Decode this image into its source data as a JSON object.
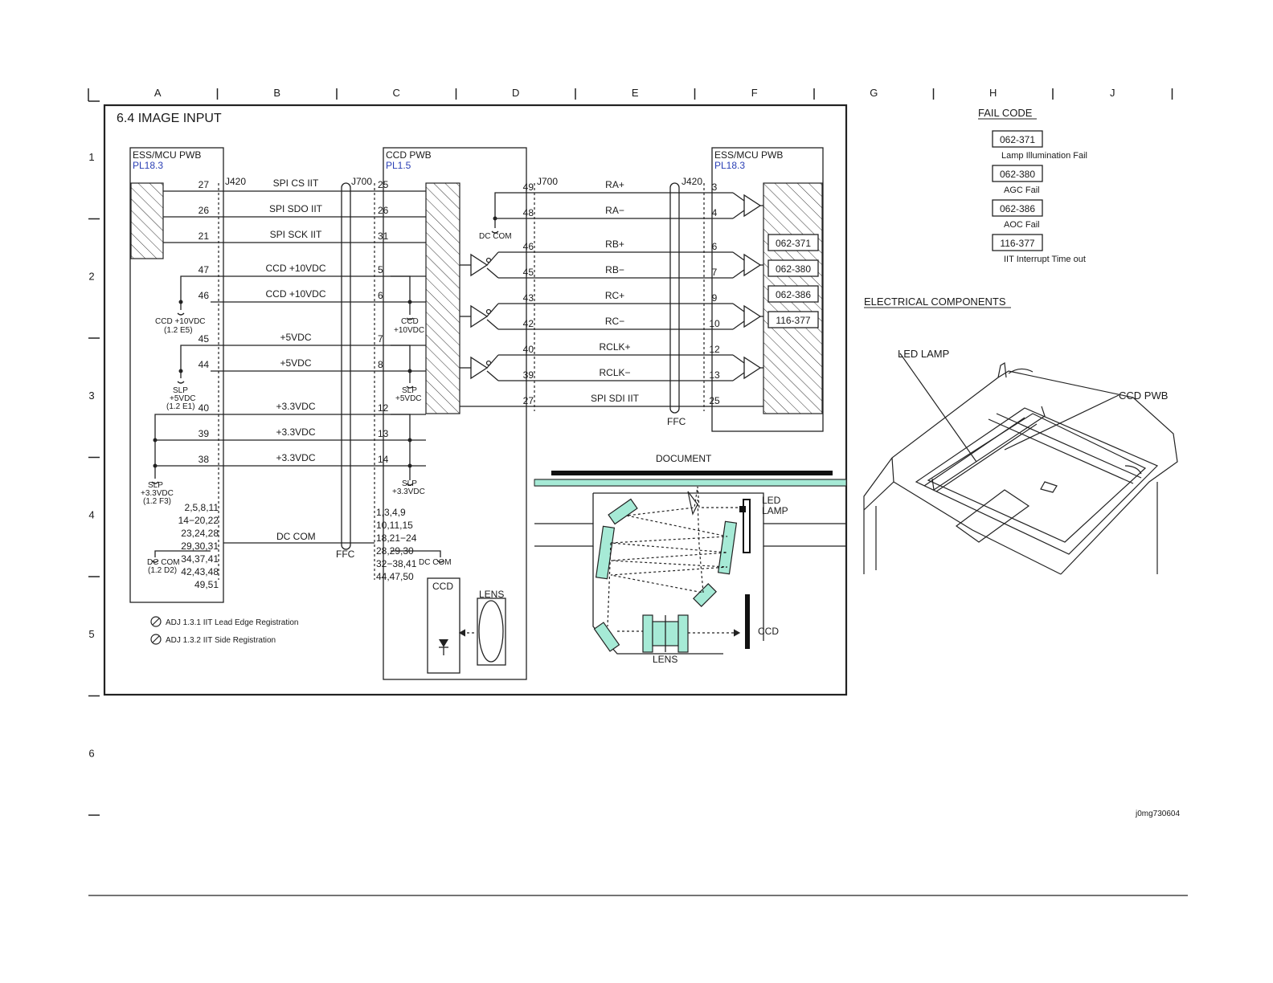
{
  "grid": {
    "columns": [
      "A",
      "B",
      "C",
      "D",
      "E",
      "F",
      "G",
      "H",
      "J"
    ],
    "rows": [
      "1",
      "2",
      "3",
      "4",
      "5",
      "6"
    ]
  },
  "title": "6.4 IMAGE INPUT",
  "boards": {
    "ess_left": {
      "name": "ESS/MCU PWB",
      "ref": "PL18.3",
      "connector": "J420"
    },
    "ccd": {
      "name": "CCD PWB",
      "ref": "PL1.5",
      "connector_left": "J700",
      "connector_right": "J700"
    },
    "ess_right": {
      "name": "ESS/MCU PWB",
      "ref": "PL18.3",
      "connector": "J420"
    }
  },
  "left_signals": [
    {
      "pin_l": "27",
      "label": "SPI CS IIT",
      "pin_r": "25"
    },
    {
      "pin_l": "26",
      "label": "SPI SDO IIT",
      "pin_r": "26"
    },
    {
      "pin_l": "21",
      "label": "SPI SCK IIT",
      "pin_r": "31"
    },
    {
      "pin_l": "47",
      "label": "CCD +10VDC",
      "pin_r": "5"
    },
    {
      "pin_l": "46",
      "label": "CCD +10VDC",
      "pin_r": "6"
    },
    {
      "pin_l": "45",
      "label": "+5VDC",
      "pin_r": "7"
    },
    {
      "pin_l": "44",
      "label": "+5VDC",
      "pin_r": "8"
    },
    {
      "pin_l": "40",
      "label": "+3.3VDC",
      "pin_r": "12"
    },
    {
      "pin_l": "39",
      "label": "+3.3VDC",
      "pin_r": "13"
    },
    {
      "pin_l": "38",
      "label": "+3.3VDC",
      "pin_r": "14"
    }
  ],
  "right_signals": [
    {
      "pin_l": "49",
      "label": "RA+",
      "pin_r": "3"
    },
    {
      "pin_l": "48",
      "label": "RA−",
      "pin_r": "4"
    },
    {
      "pin_l": "46",
      "label": "RB+",
      "pin_r": "6"
    },
    {
      "pin_l": "45",
      "label": "RB−",
      "pin_r": "7"
    },
    {
      "pin_l": "43",
      "label": "RC+",
      "pin_r": "9"
    },
    {
      "pin_l": "42",
      "label": "RC−",
      "pin_r": "10"
    },
    {
      "pin_l": "40",
      "label": "RCLK+",
      "pin_r": "12"
    },
    {
      "pin_l": "39",
      "label": "RCLK−",
      "pin_r": "13"
    },
    {
      "pin_l": "27",
      "label": "SPI SDI IIT",
      "pin_r": "25"
    }
  ],
  "dc_com": {
    "label": "DC COM",
    "left_pins": [
      "2,5,8,11",
      "14−20,22",
      "23,24,28",
      "29,30,31",
      "34,37,41",
      "42,43,48",
      "49,51"
    ],
    "right_pins": [
      "1,3,4,9",
      "10,11,15",
      "18,21−24",
      "28,29,30",
      "32−38,41",
      "44,47,50"
    ],
    "ground_label_left": "DC COM",
    "ground_ref_left": "(1.2 D2)",
    "ground_label_right": "DC COM",
    "ground_label_top": "DC COM"
  },
  "power_refs": {
    "ccd10_left": [
      "CCD +10VDC",
      "(1.2 E5)"
    ],
    "slp5_left": [
      "SLP",
      "+5VDC",
      "(1.2 E1)"
    ],
    "slp33_left": [
      "SLP",
      "+3.3VDC",
      "(1.2 F3)"
    ],
    "ccd10_right": [
      "CCD",
      "+10VDC"
    ],
    "slp5_right": [
      "SLP",
      "+5VDC"
    ],
    "slp33_right": [
      "SLP",
      "+3.3VDC"
    ]
  },
  "ffc_label": "FFC",
  "status_boxes": [
    "062-371",
    "062-380",
    "062-386",
    "116-377"
  ],
  "adjustments": [
    "ADJ 1.3.1 IIT Lead Edge Registration",
    "ADJ 1.3.2 IIT Side Registration"
  ],
  "ccd_inset": {
    "ccd": "CCD",
    "lens": "LENS"
  },
  "optics": {
    "document": "DOCUMENT",
    "led_lamp": [
      "LED",
      "LAMP"
    ],
    "ccd": "CCD",
    "lens": "LENS"
  },
  "fail_code": {
    "heading": "FAIL CODE",
    "items": [
      {
        "code": "062-371",
        "desc": "Lamp Illumination Fail"
      },
      {
        "code": "062-380",
        "desc": "AGC Fail"
      },
      {
        "code": "062-386",
        "desc": "AOC Fail"
      },
      {
        "code": "116-377",
        "desc": "IIT Interrupt Time out"
      }
    ]
  },
  "electrical_components": {
    "heading": "ELECTRICAL COMPONENTS",
    "led_lamp": "LED LAMP",
    "ccd_pwb": "CCD PWB"
  },
  "figure_id": "j0mg730604"
}
